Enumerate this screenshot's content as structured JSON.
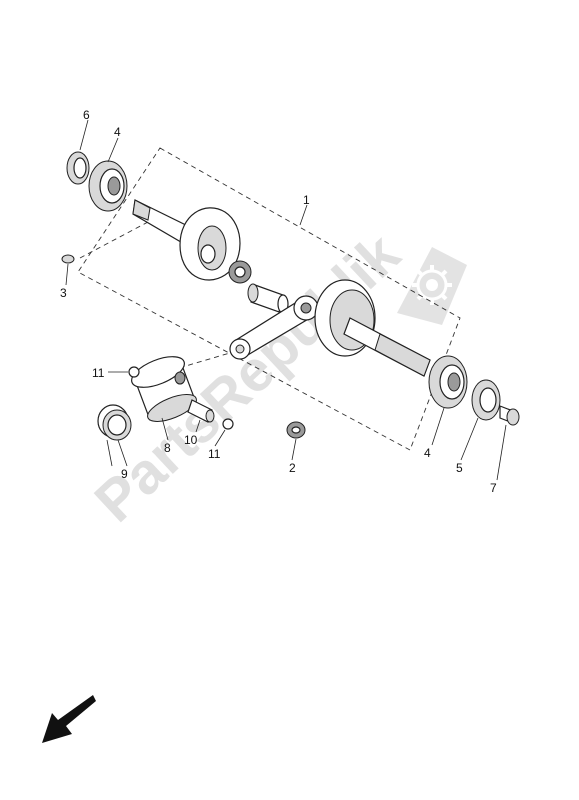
{
  "watermark": {
    "text": "PartsRepublik"
  },
  "labels": {
    "l1": "1",
    "l2": "2",
    "l3": "3",
    "l4a": "4",
    "l4b": "4",
    "l5": "5",
    "l6": "6",
    "l7": "7",
    "l8": "8",
    "l9": "9",
    "l10": "10",
    "l11a": "11",
    "l11b": "11"
  },
  "icons": {
    "watermark": "gear-icon",
    "direction": "arrow-down-left-icon"
  },
  "colors": {
    "line": "#222222",
    "watermark": "#d6d6d6"
  }
}
